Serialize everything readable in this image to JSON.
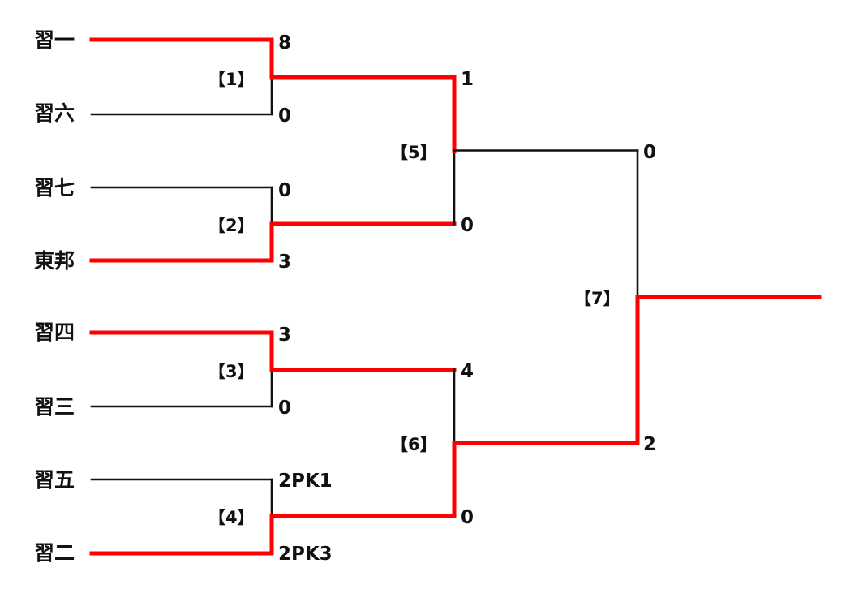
{
  "colors": {
    "win": "#ff0000",
    "lose": "#111111"
  },
  "teams": [
    {
      "name": "習一",
      "score": "8",
      "won": true
    },
    {
      "name": "習六",
      "score": "0",
      "won": false
    },
    {
      "name": "習七",
      "score": "0",
      "won": false
    },
    {
      "name": "東邦",
      "score": "3",
      "won": true
    },
    {
      "name": "習四",
      "score": "3",
      "won": true
    },
    {
      "name": "習三",
      "score": "0",
      "won": false
    },
    {
      "name": "習五",
      "score": "2PK1",
      "won": false
    },
    {
      "name": "習二",
      "score": "2PK3",
      "won": true
    }
  ],
  "matches": [
    {
      "label": "【1】"
    },
    {
      "label": "【2】"
    },
    {
      "label": "【3】"
    },
    {
      "label": "【4】"
    },
    {
      "label": "【5】",
      "top_score": "1",
      "bottom_score": "0",
      "top_won": true
    },
    {
      "label": "【6】",
      "top_score": "4",
      "bottom_score": "0",
      "top_won": false
    },
    {
      "label": "【7】",
      "top_score": "0",
      "bottom_score": "2",
      "top_won": false
    }
  ]
}
